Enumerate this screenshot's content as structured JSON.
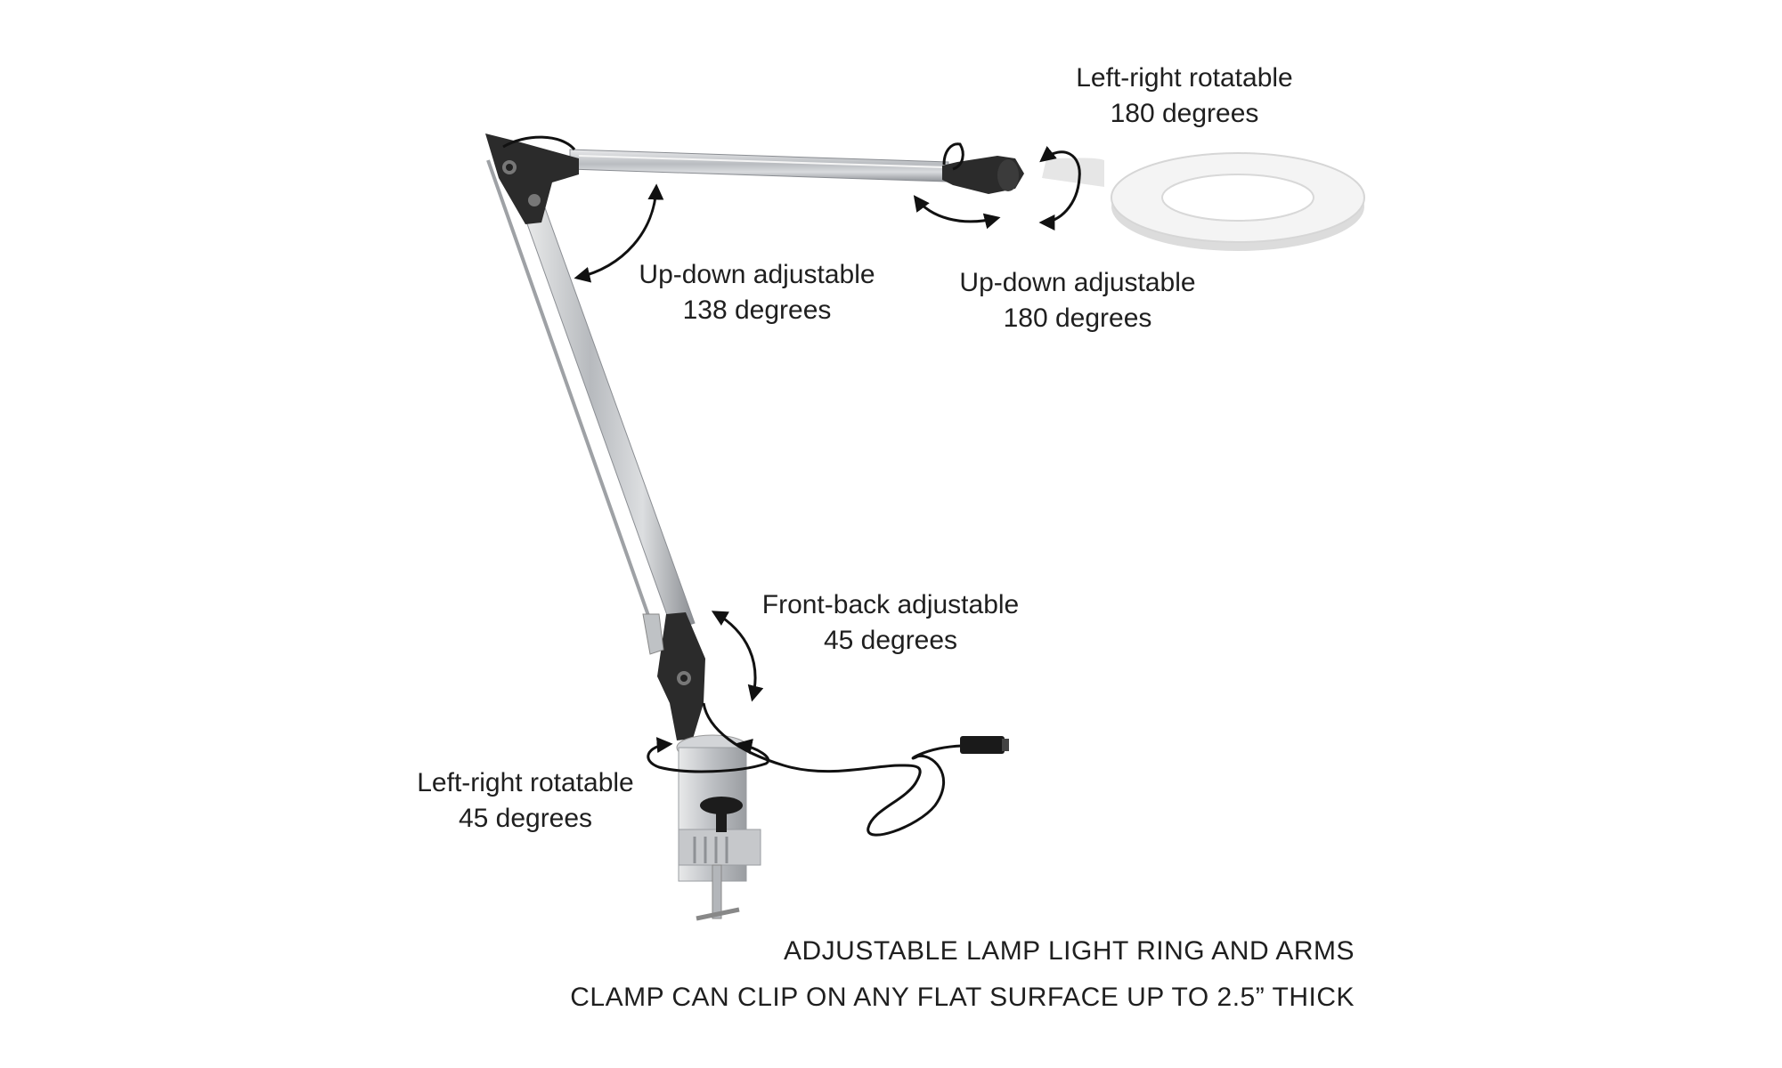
{
  "callouts": {
    "ring_rotate": {
      "line1": "Left-right rotatable",
      "line2": "180 degrees"
    },
    "ring_updown": {
      "line1": "Up-down adjustable",
      "line2": "180 degrees"
    },
    "arm_updown": {
      "line1": "Up-down adjustable",
      "line2": "138 degrees"
    },
    "front_back": {
      "line1": "Front-back adjustable",
      "line2": "45 degrees"
    },
    "base_rotate": {
      "line1": "Left-right rotatable",
      "line2": "45 degrees"
    }
  },
  "captions": {
    "line1": "ADJUSTABLE LAMP LIGHT RING AND ARMS",
    "line2": "CLAMP CAN CLIP ON ANY FLAT SURFACE UP TO 2.5” THICK"
  },
  "colors": {
    "arm_metal": "#c9cbce",
    "joint": "#2b2b2b",
    "ring": "#f4f4f4",
    "cable": "#111111",
    "text": "#1f1f1f"
  }
}
